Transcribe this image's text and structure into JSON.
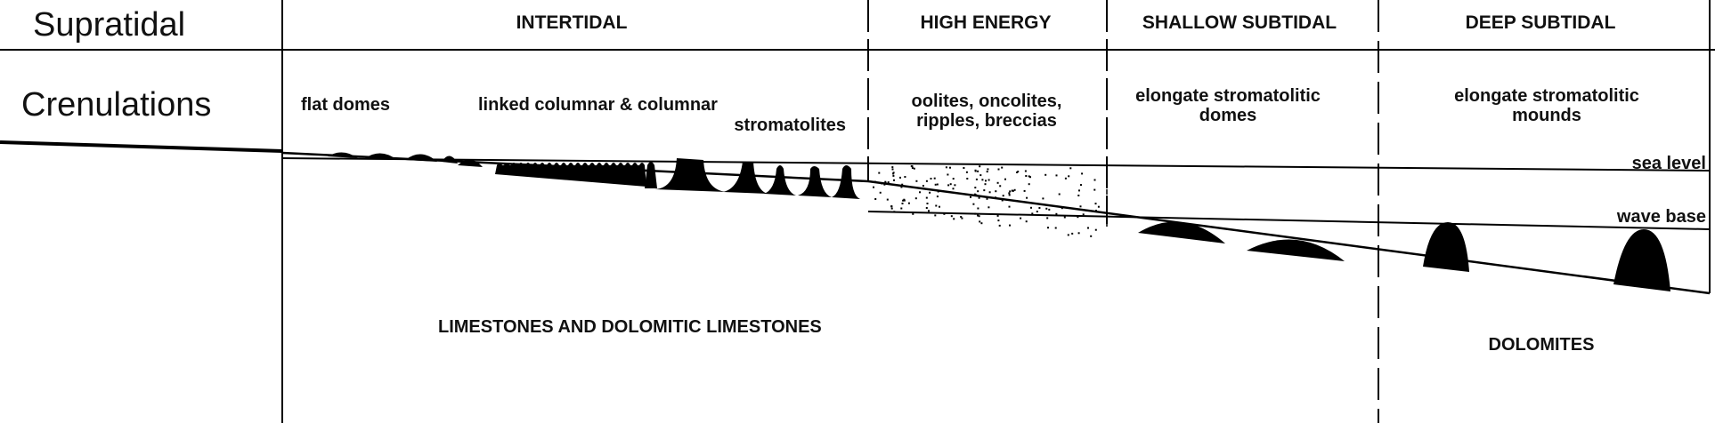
{
  "rows": {
    "environment_label": "Supratidal",
    "morphology_label": "Crenulations"
  },
  "zones": [
    {
      "id": "intertidal",
      "title": "INTERTIDAL"
    },
    {
      "id": "high-energy",
      "title": "HIGH ENERGY"
    },
    {
      "id": "shallow-subtidal",
      "title": "SHALLOW SUBTIDAL"
    },
    {
      "id": "deep-subtidal",
      "title": "DEEP SUBTIDAL"
    }
  ],
  "features": {
    "flat_domes": "flat domes",
    "linked_columnar_1": "linked columnar & columnar",
    "linked_columnar_2": "stromatolites",
    "high_energy_1": "oolites, oncolites,",
    "high_energy_2": "ripples, breccias",
    "shallow_1": "elongate stromatolitic",
    "shallow_2": "domes",
    "deep_1": "elongate stromatolitic",
    "deep_2": "mounds"
  },
  "levels": {
    "sea_level": "sea level",
    "wave_base": "wave base"
  },
  "lithology": {
    "limestones": "LIMESTONES AND DOLOMITIC  LIMESTONES",
    "dolomites": "DOLOMITES"
  },
  "colors": {
    "ink": "#000000",
    "paper": "#ffffff"
  }
}
